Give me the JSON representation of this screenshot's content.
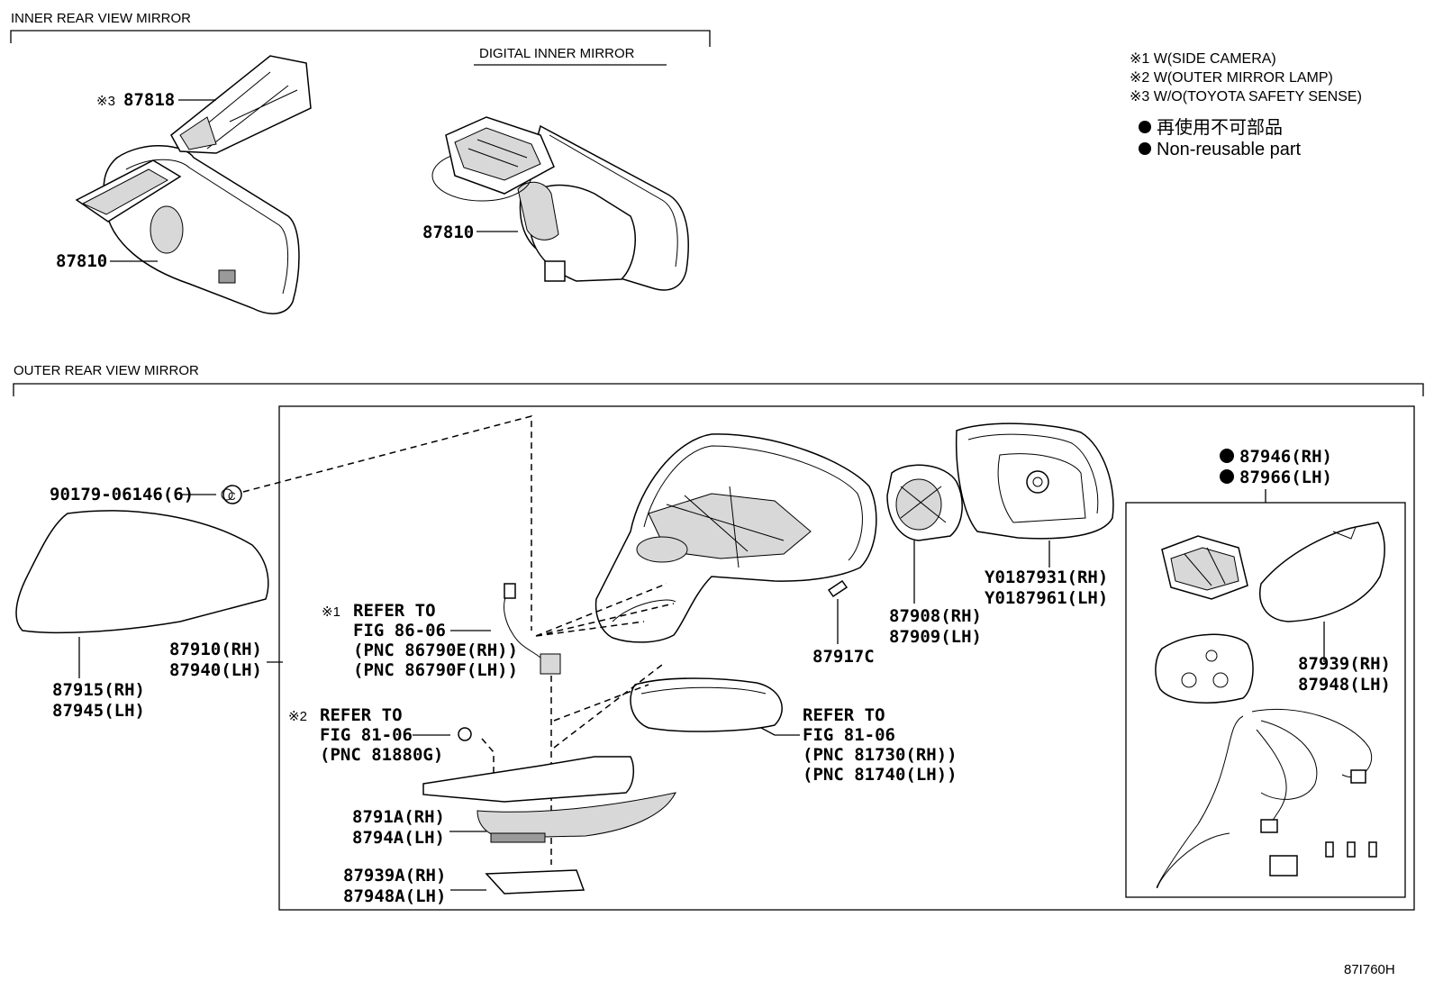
{
  "sections": {
    "inner_title": "INNER REAR VIEW MIRROR",
    "digital_title": "DIGITAL INNER MIRROR",
    "outer_title": "OUTER REAR VIEW MIRROR"
  },
  "legend": {
    "note1": "※1 W(SIDE CAMERA)",
    "note2": "※2 W(OUTER MIRROR LAMP)",
    "note3": "※3 W/O(TOYOTA SAFETY SENSE)",
    "nonreusable_jp": "再使用不可部品",
    "nonreusable_en": "Non-reusable part"
  },
  "labels": {
    "p87818_mark": "※3",
    "p87818": "87818",
    "p87810_a": "87810",
    "p87810_b": "87810",
    "p90179": "90179-06146(6)",
    "p87915": "87915(RH)",
    "p87945": "87945(LH)",
    "p87910": "87910(RH)",
    "p87940": "87940(LH)",
    "ref1_mark": "※1",
    "ref1_line1": "REFER TO",
    "ref1_line2": "FIG 86-06",
    "ref1_line3": "(PNC 86790E(RH))",
    "ref1_line4": "(PNC 86790F(LH))",
    "ref2_mark": "※2",
    "ref2_line1": "REFER TO",
    "ref2_line2": "FIG 81-06",
    "ref2_line3": "(PNC 81880G)",
    "p8791A": "8791A(RH)",
    "p8794A": "8794A(LH)",
    "p87939A": "87939A(RH)",
    "p87948A": "87948A(LH)",
    "p87917C": "87917C",
    "ref3_line1": "REFER TO",
    "ref3_line2": "FIG 81-06",
    "ref3_line3": "(PNC 81730(RH))",
    "ref3_line4": "(PNC 81740(LH))",
    "p87908": "87908(RH)",
    "p87909": "87909(LH)",
    "pY87931": "Y0187931(RH)",
    "pY87961": "Y0187961(LH)",
    "p87946": "87946(RH)",
    "p87966": "87966(LH)",
    "p87939": "87939(RH)",
    "p87948": "87948(LH)",
    "fig_code": "87I760H"
  },
  "symbols": {
    "clip_letter": "C"
  }
}
